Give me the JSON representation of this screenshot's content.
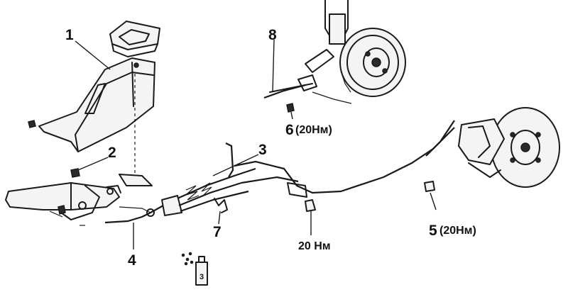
{
  "callouts": {
    "c1": "1",
    "c2": "2",
    "c3": "3",
    "c4": "4",
    "c5": "5",
    "c6": "6",
    "c7": "7",
    "c8": "8"
  },
  "torque": {
    "t5": "(20Нм)",
    "t6": "(20Нм)",
    "t_bracket": "20 Нм"
  },
  "spray_label": "3"
}
